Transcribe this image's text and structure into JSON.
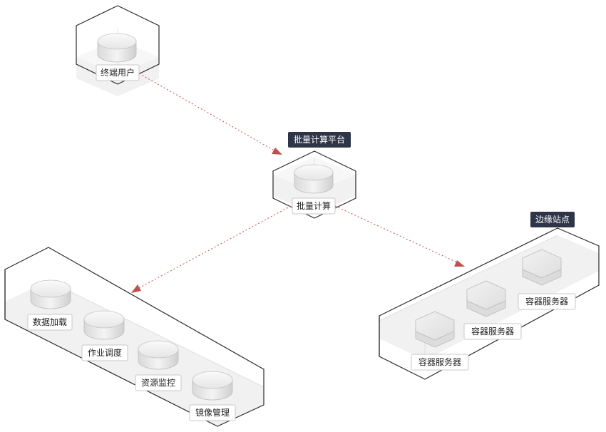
{
  "nodes": {
    "end_user": {
      "label": "终端用户"
    },
    "batch": {
      "title": "批量计算平台",
      "label": "批量计算"
    },
    "services": {
      "items": [
        {
          "label": "数据加载"
        },
        {
          "label": "作业调度"
        },
        {
          "label": "资源监控"
        },
        {
          "label": "镜像管理"
        }
      ]
    },
    "edge": {
      "title": "边缘站点",
      "items": [
        {
          "label": "容器服务器"
        },
        {
          "label": "容器服务器"
        },
        {
          "label": "容器服务器"
        }
      ]
    }
  },
  "colors": {
    "flow": "#c0504d",
    "title_bg": "#2d3547",
    "frame": "#2b2b2b"
  }
}
